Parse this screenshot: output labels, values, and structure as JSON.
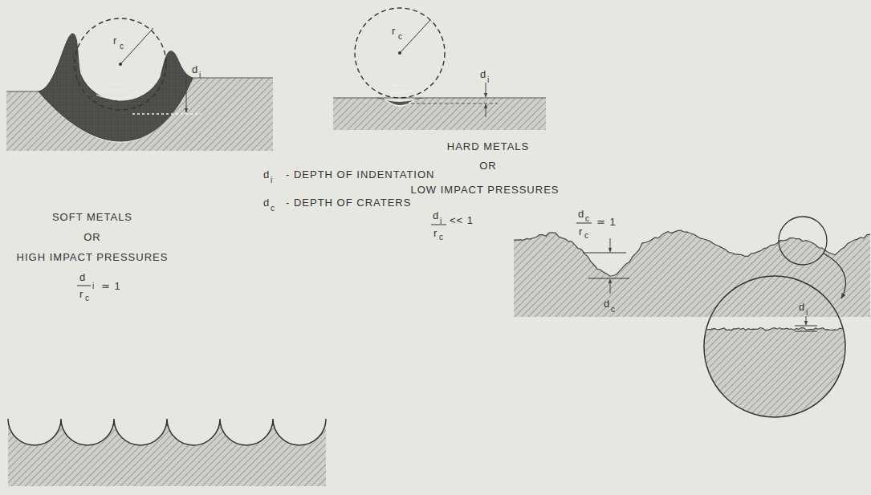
{
  "diagram": {
    "labels": [
      "r",
      "c",
      "d",
      "i",
      "r",
      "c",
      "d",
      "i",
      "HARD METALS",
      "OR",
      "LOW IMPACT PRESSURES",
      "d",
      "i",
      "- DEPTH OF INDENTATION",
      "d",
      "c",
      "- DEPTH OF CRATERS",
      "SOFT METALS",
      "OR",
      "HIGH IMPACT PRESSURES",
      "d",
      "i",
      "<< 1",
      "r",
      "c",
      "d",
      "c",
      "r",
      "c",
      "≃ 1",
      "d",
      "i",
      "r",
      "c",
      "≃ 1",
      "d",
      "c",
      "d",
      "i"
    ]
  }
}
